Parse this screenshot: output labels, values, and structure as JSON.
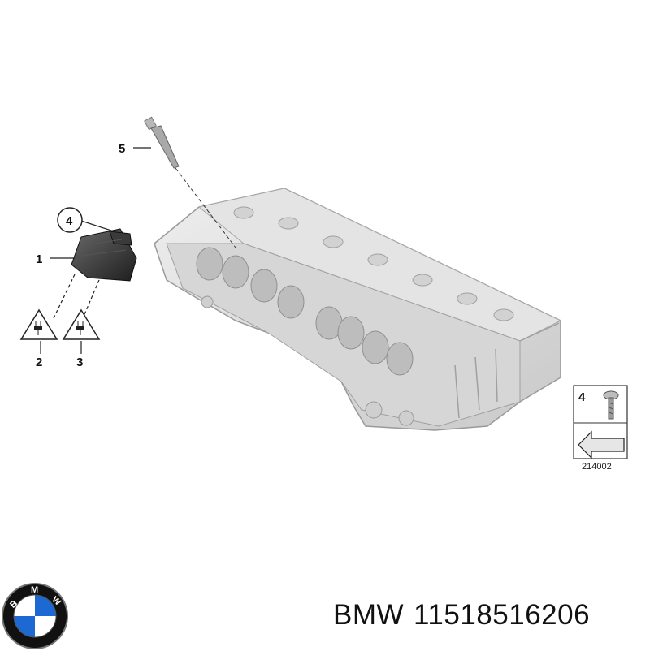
{
  "diagram": {
    "callouts": {
      "part1": "1",
      "part2": "2",
      "part3": "3",
      "part4": "4",
      "part5": "5"
    },
    "inset": {
      "part_number": "4",
      "reference": "214002"
    }
  },
  "footer": {
    "brand": "BMW",
    "part_number": "11518516206"
  },
  "logo": {
    "letters": "BMW",
    "colors": {
      "blue": "#1c69d4",
      "white": "#ffffff",
      "ring": "#111111"
    }
  }
}
